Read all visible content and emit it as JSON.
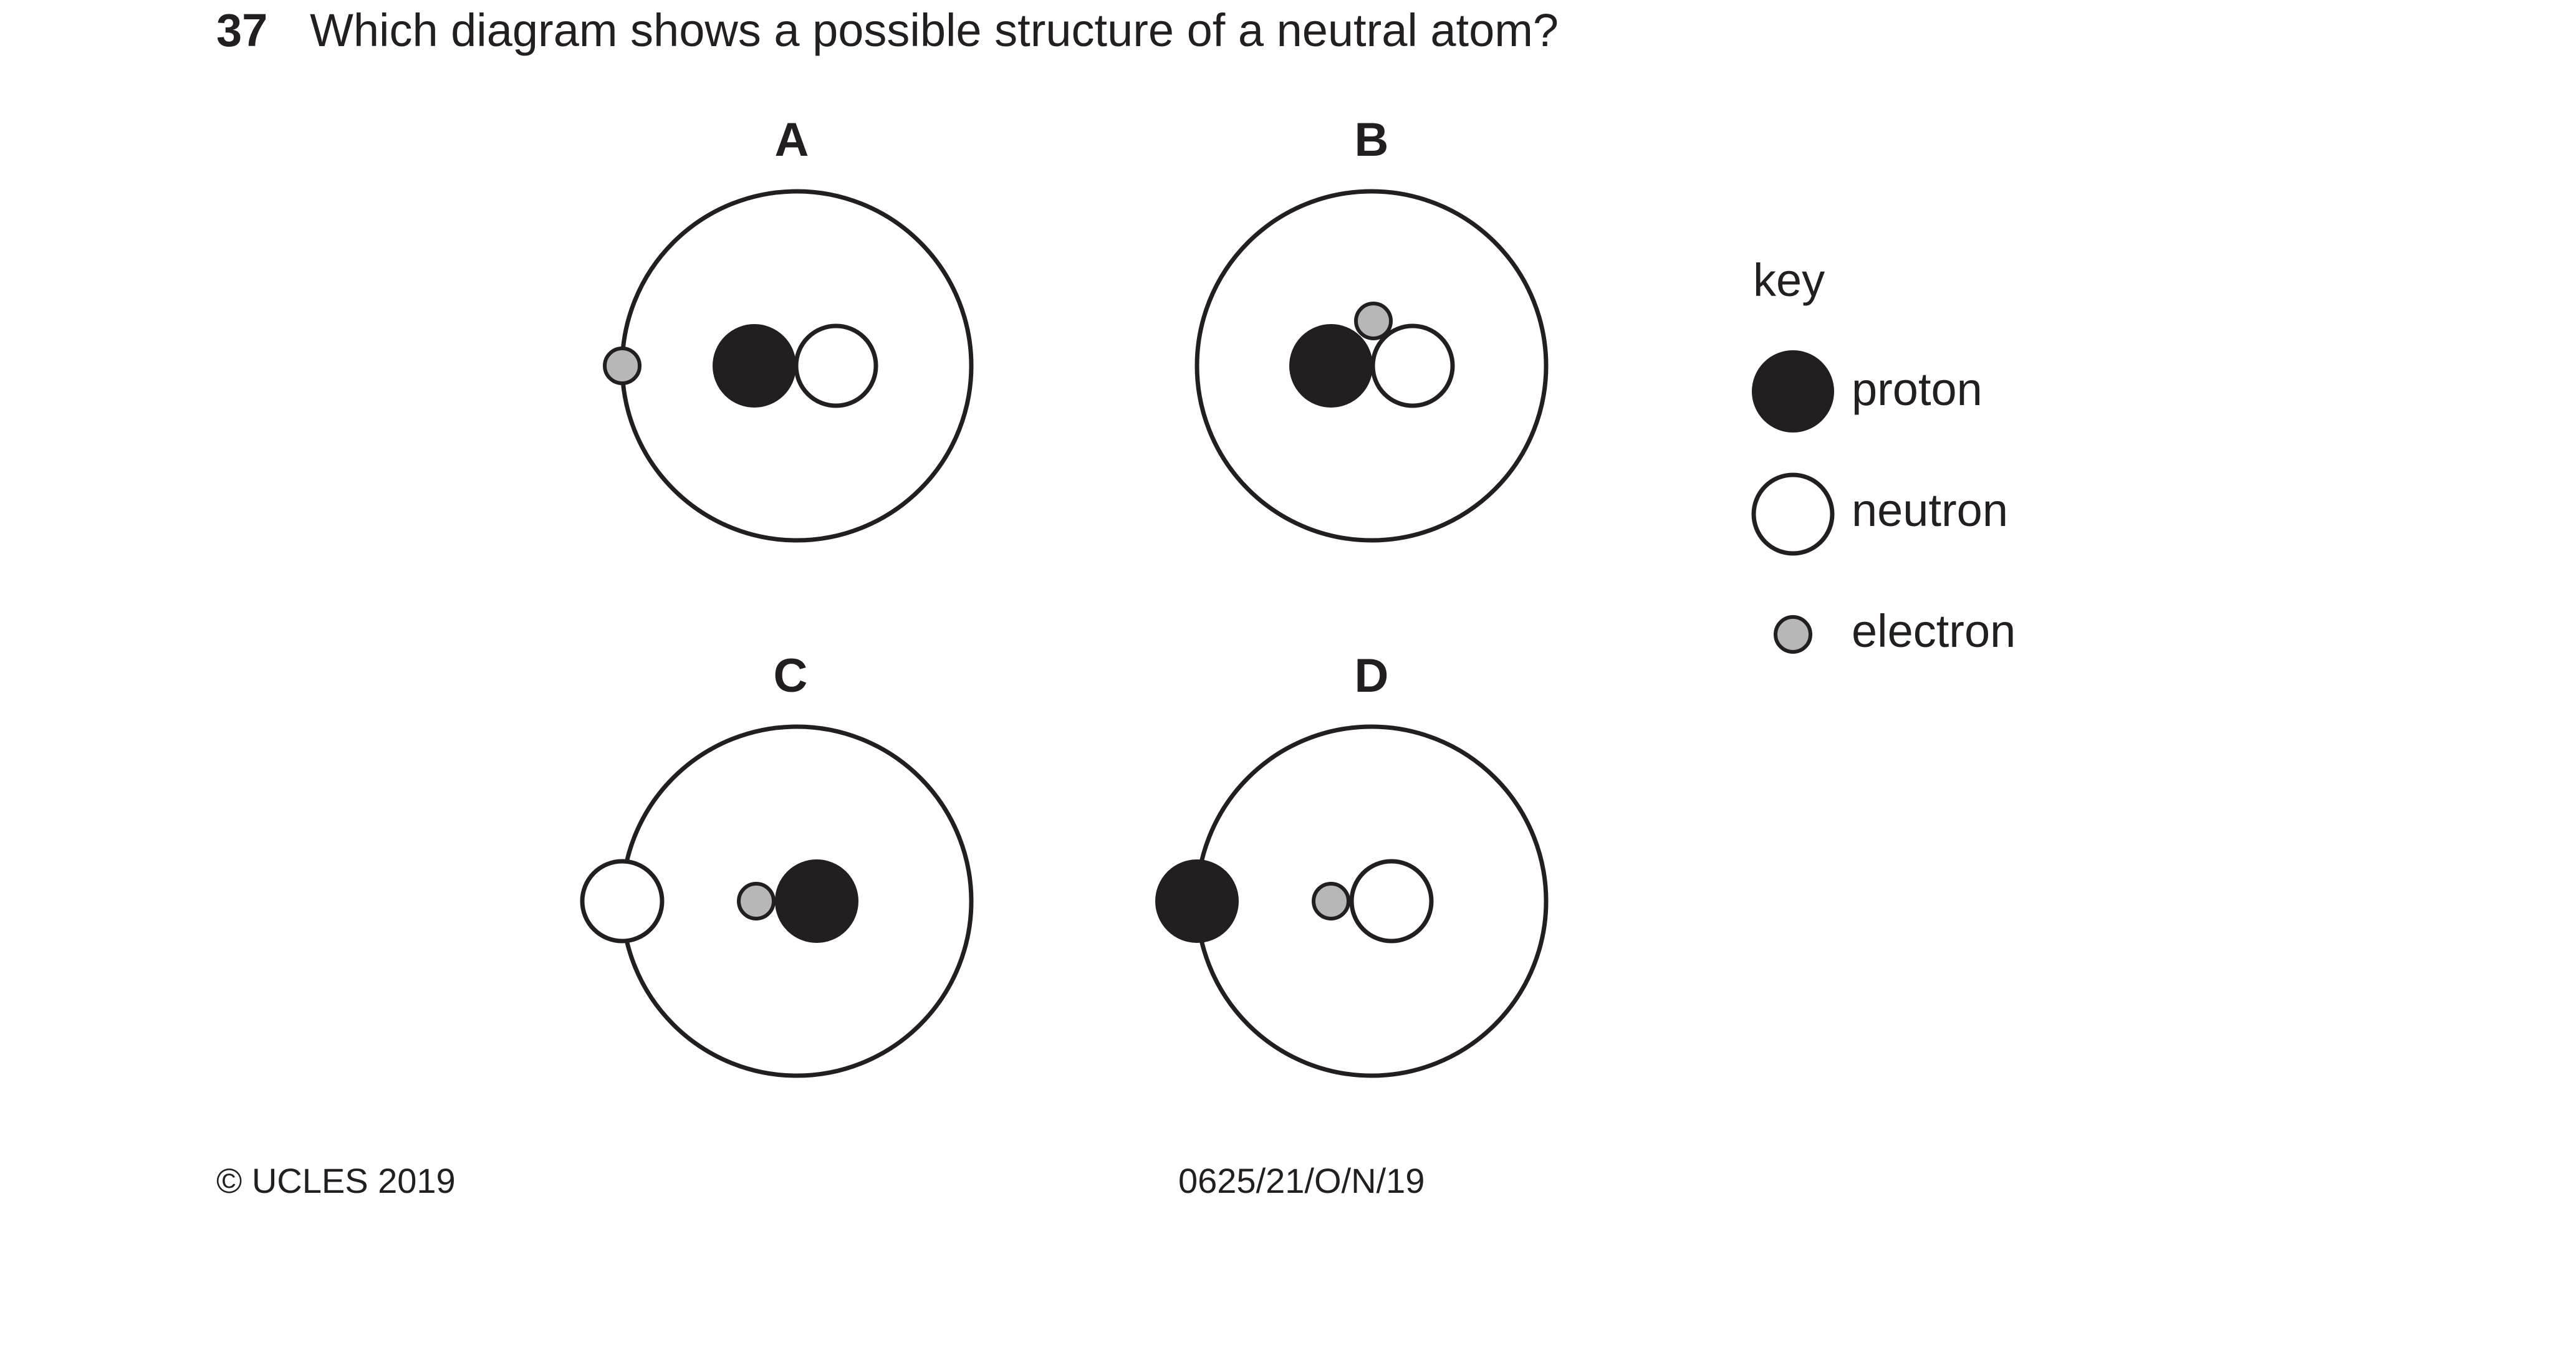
{
  "question": {
    "number": "37",
    "text": "Which diagram shows a possible structure of a neutral atom?"
  },
  "options": [
    {
      "label": "A",
      "nucleus": [
        "proton",
        "neutron"
      ],
      "outside_or_on_shell": [
        "electron"
      ]
    },
    {
      "label": "B",
      "nucleus": [
        "proton",
        "neutron",
        "electron"
      ],
      "outside_or_on_shell": []
    },
    {
      "label": "C",
      "nucleus": [
        "electron",
        "proton"
      ],
      "outside_or_on_shell": [
        "neutron"
      ]
    },
    {
      "label": "D",
      "nucleus": [
        "electron",
        "neutron"
      ],
      "outside_or_on_shell": [
        "proton"
      ]
    }
  ],
  "key": {
    "title": "key",
    "proton": "proton",
    "neutron": "neutron",
    "electron": "electron"
  },
  "colors": {
    "proton": "#231f20",
    "neutron": "#ffffff",
    "electron": "#b7b7b7",
    "stroke": "#231f20"
  },
  "footer": {
    "copyright": "© UCLES 2019",
    "paper_code": "0625/21/O/N/19"
  }
}
